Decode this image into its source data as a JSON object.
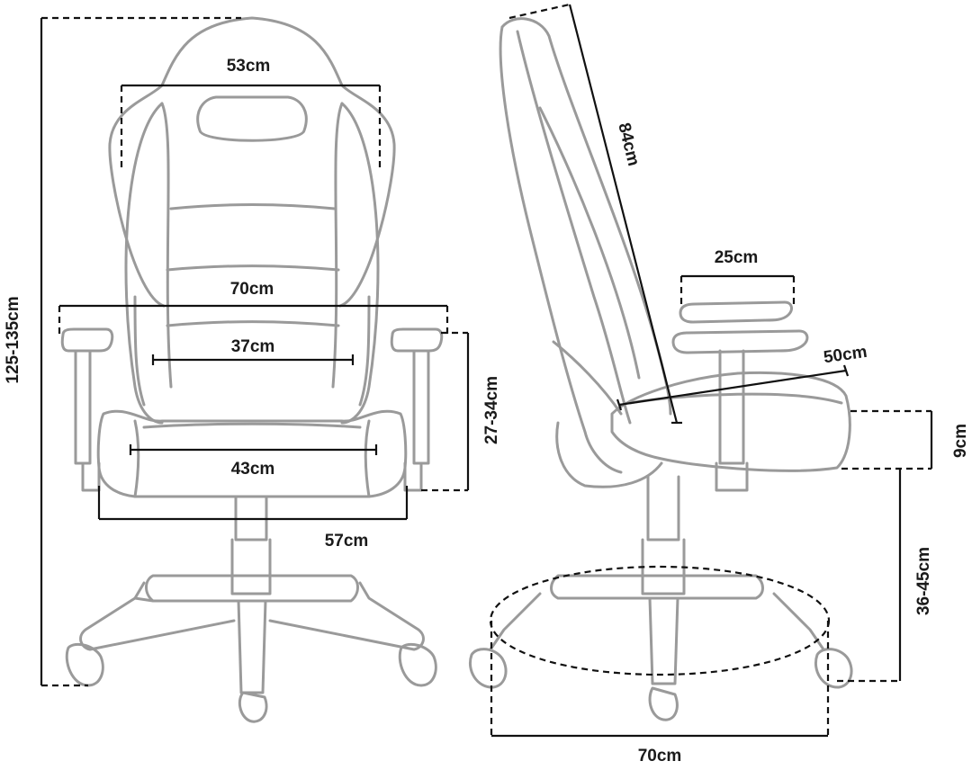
{
  "front_view": {
    "total_height": "125-135cm",
    "headrest_width": "53cm",
    "armrest_span": "70cm",
    "backrest_width": "37cm",
    "seat_width": "43cm",
    "base_width": "57cm",
    "armrest_height": "27-34cm"
  },
  "side_view": {
    "backrest_height": "84cm",
    "armrest_length": "25cm",
    "seat_depth": "50cm",
    "seat_thickness": "9cm",
    "seat_height": "36-45cm",
    "base_diameter": "70cm"
  }
}
